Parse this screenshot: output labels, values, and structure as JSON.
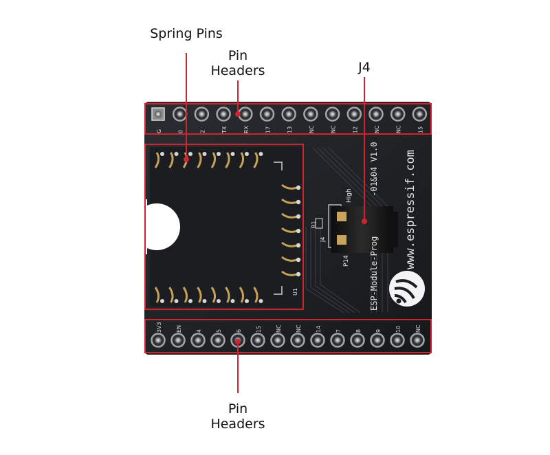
{
  "callouts": {
    "spring_pins": "Spring Pins",
    "top_headers": [
      "Pin",
      "Headers"
    ],
    "j4": "J4",
    "bottom_headers": [
      "Pin",
      "Headers"
    ]
  },
  "board": {
    "top_row_pins": [
      "G",
      "0",
      "2",
      "TX",
      "RX",
      "17",
      "13",
      "NC",
      "NC",
      "12",
      "NC",
      "NC",
      "15"
    ],
    "bottom_row_pins": [
      "3V3",
      "EN",
      "4",
      "5",
      "6",
      "15",
      "NC",
      "NC",
      "14",
      "7",
      "8",
      "9",
      "10",
      "NC"
    ],
    "side_text": [
      "www.espressif.com",
      "ESP-Module-Prog",
      "-01&04  V1.0"
    ],
    "jumper_labels": [
      "High",
      "R1",
      "J4",
      "P14"
    ],
    "u1": "U1"
  },
  "colors": {
    "callout": "#d0242e",
    "pcb": "#202326",
    "gold": "#b08a45"
  }
}
